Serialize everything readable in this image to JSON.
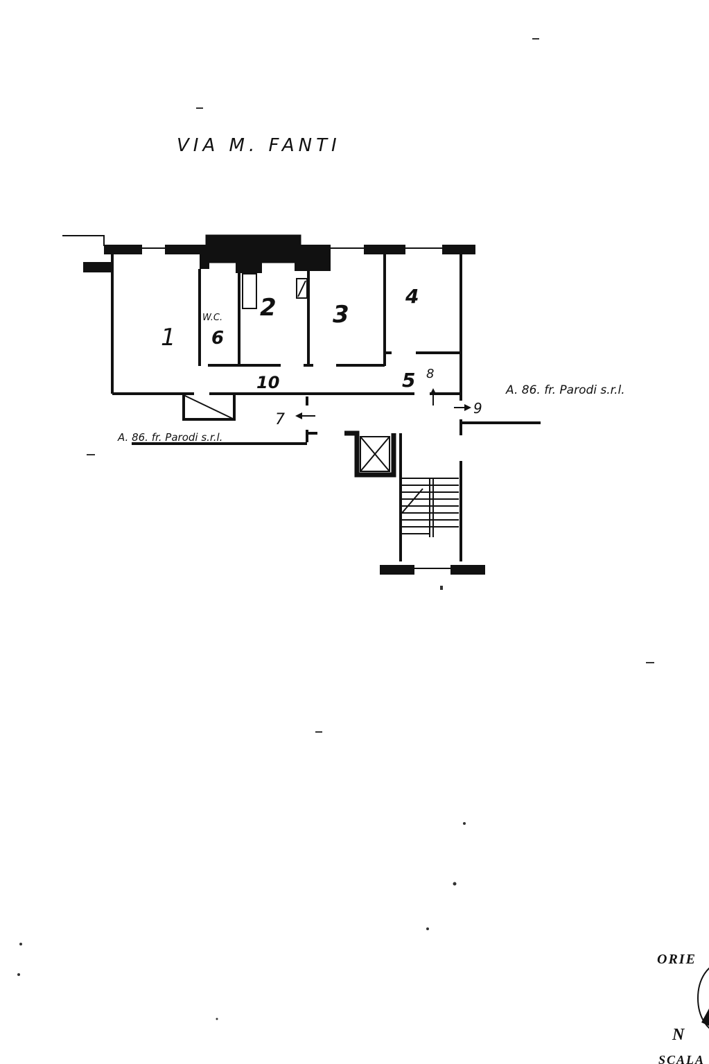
{
  "street_label": "VIA M. FANTI",
  "neighbor_label_left": "A. 86. fr. Parodi s.r.l.",
  "neighbor_label_right": "A. 86. fr. Parodi s.r.l.",
  "rooms": {
    "r1": "1",
    "r2": "2",
    "r3": "3",
    "r4": "4",
    "wc": "W.C.",
    "wc_num": "6",
    "r5": "5",
    "r7": "7",
    "r8": "8",
    "r9": "9",
    "r10": "10"
  },
  "orientation_label": "ORIE",
  "north_label": "N",
  "scale_label": "SCALA"
}
